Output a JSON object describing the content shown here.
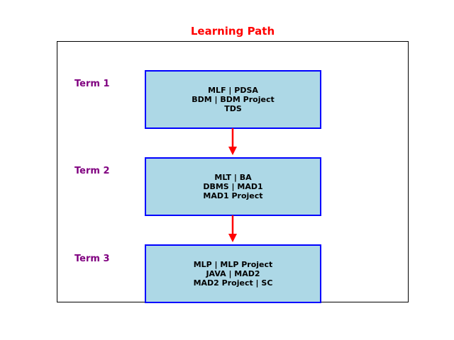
{
  "title": "Learning Path",
  "colors": {
    "title": "#ff0000",
    "term_label": "#800080",
    "box_fill": "#add8e6",
    "box_border": "#0000ff",
    "arrow": "#ff0000"
  },
  "terms": [
    {
      "label": "Term 1",
      "lines": [
        "MLF | PDSA",
        "BDM | BDM Project",
        "TDS"
      ]
    },
    {
      "label": "Term 2",
      "lines": [
        "MLT | BA",
        "DBMS | MAD1",
        "MAD1 Project"
      ]
    },
    {
      "label": "Term 3",
      "lines": [
        "MLP | MLP Project",
        "JAVA | MAD2",
        "MAD2 Project | SC"
      ]
    }
  ]
}
